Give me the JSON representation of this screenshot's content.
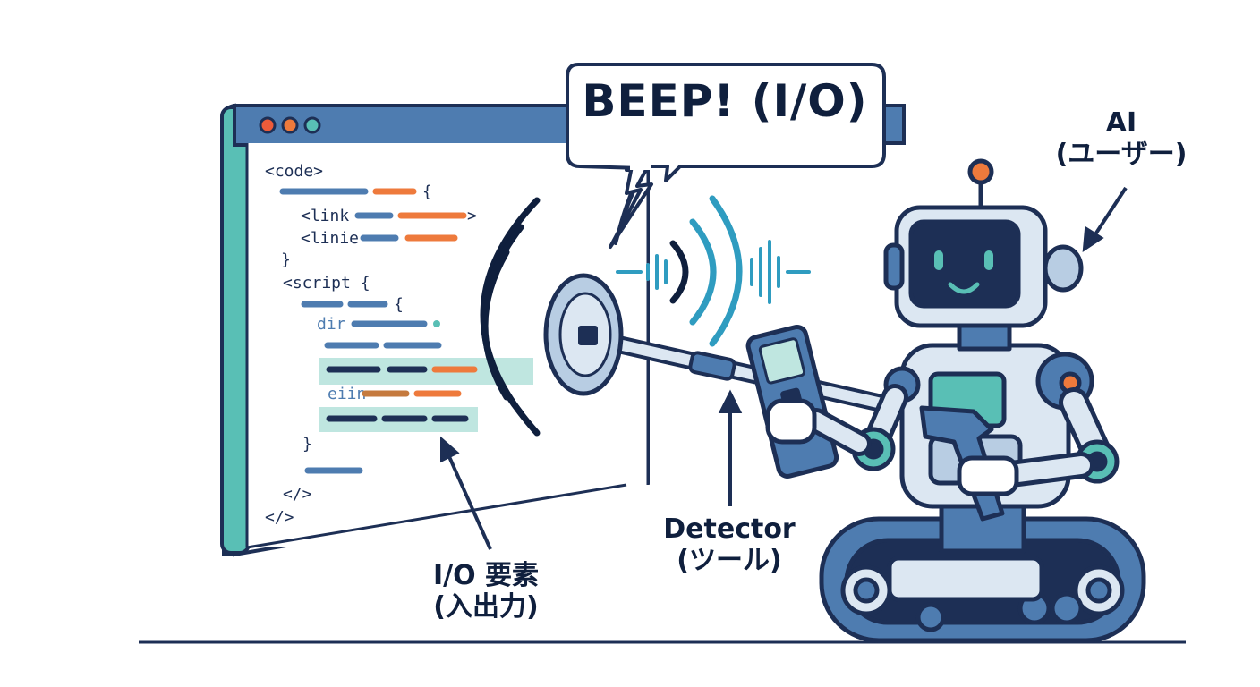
{
  "speech_bubble": {
    "text": "BEEP! (I/O)"
  },
  "labels": {
    "ai_line1": "AI",
    "ai_line2": "(ユーザー)",
    "detector_line1": "Detector",
    "detector_line2": "(ツール)",
    "io_line1": "I/O 要素",
    "io_line2": "(入出力)"
  },
  "code_window": {
    "tokens": [
      "<code>",
      "{",
      "<link",
      ">",
      "<linie",
      "}",
      "<script {",
      "{",
      "dir",
      "eiin",
      "}",
      "</>",
      "</>"
    ]
  },
  "colors": {
    "navy": "#1d2f55",
    "frame_blue": "#4e7cb0",
    "teal": "#59bfb5",
    "orange": "#ee7a3c",
    "robot_light": "#dce7f2",
    "wave_teal": "#2f9cc0"
  }
}
